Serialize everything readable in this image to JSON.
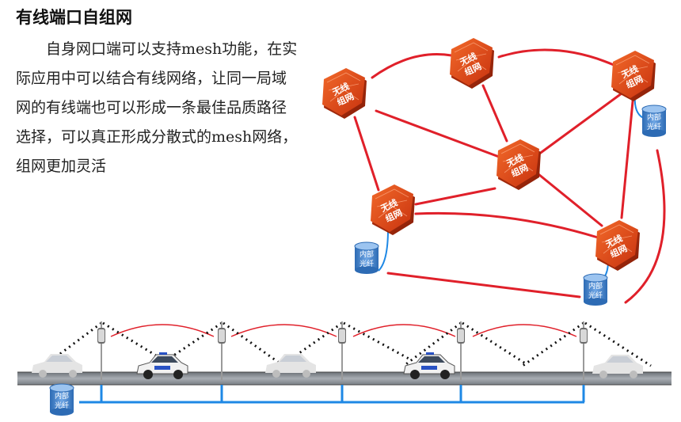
{
  "title": "有线端口自组网",
  "description": "自身网口端可以支持mesh功能，在实际应用中可以结合有线网络，让同一局域网的有线端也可以形成一条最佳品质路径选择，可以真正形成分散式的mesh网络，组网更加灵活",
  "node_label_line1": "无线",
  "node_label_line2": "组网",
  "fiber_label_line1": "内部",
  "fiber_label_line2": "光纤",
  "colors": {
    "link_red": "#e0202a",
    "cube_orange": "#e8541c",
    "wired_blue": "#1e88e5",
    "road": "#9aa0a6",
    "db_blue": "#3f7fc9"
  }
}
